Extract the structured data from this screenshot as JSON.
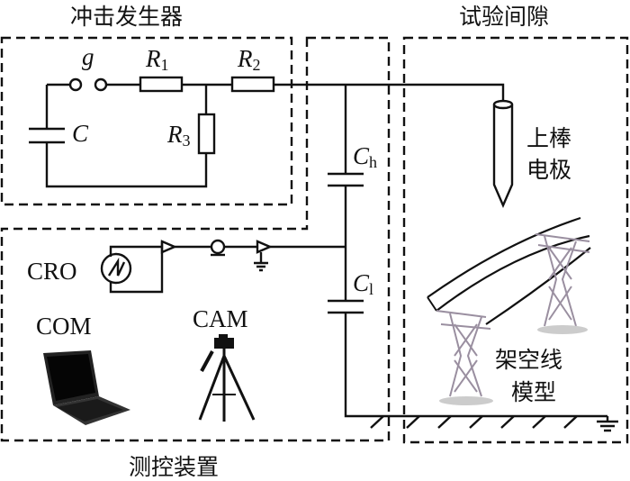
{
  "sections": {
    "impulse_generator": "冲击发生器",
    "test_gap": "试验间隙",
    "measurement_control": "测控装置"
  },
  "components": {
    "g": "g",
    "R1": {
      "base": "R",
      "sub": "1"
    },
    "R2": {
      "base": "R",
      "sub": "2"
    },
    "R3": {
      "base": "R",
      "sub": "3"
    },
    "C": "C",
    "Ch": {
      "base": "C",
      "sub": "h"
    },
    "Cl": {
      "base": "C",
      "sub": "l"
    },
    "CRO": "CRO",
    "COM": "COM",
    "CAM": "CAM"
  },
  "labels": {
    "rod_electrode_line1": "上棒",
    "rod_electrode_line2": "电极",
    "overhead_line_line1": "架空线",
    "overhead_line_line2": "模型"
  }
}
